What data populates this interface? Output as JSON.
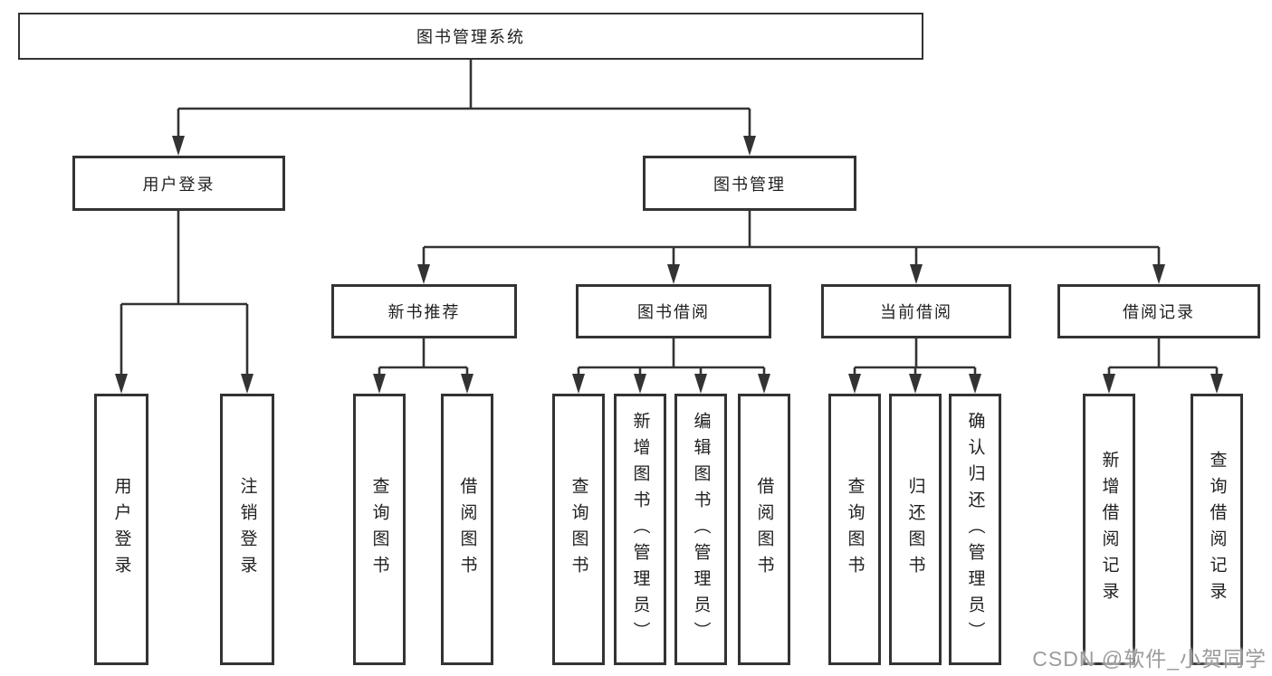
{
  "tree": {
    "root": "图书管理系统",
    "children": [
      {
        "label": "用户登录",
        "children": [
          "用户登录",
          "注销登录"
        ]
      },
      {
        "label": "图书管理",
        "children": [
          {
            "label": "新书推荐",
            "children": [
              "查询图书",
              "借阅图书"
            ]
          },
          {
            "label": "图书借阅",
            "children": [
              "查询图书",
              "新增图书（管理员）",
              "编辑图书（管理员）",
              "借阅图书"
            ]
          },
          {
            "label": "当前借阅",
            "children": [
              "查询图书",
              "归还图书",
              "确认归还（管理员）"
            ]
          },
          {
            "label": "借阅记录",
            "children": [
              "新增借阅记录",
              "查询借阅记录"
            ]
          }
        ]
      }
    ]
  },
  "watermark": "CSDN @软件_小贺同学",
  "colors": {
    "line": "#333333",
    "box_border": "#333333",
    "text": "#1f1f1f",
    "background": "#ffffff",
    "watermark": "#949494"
  }
}
